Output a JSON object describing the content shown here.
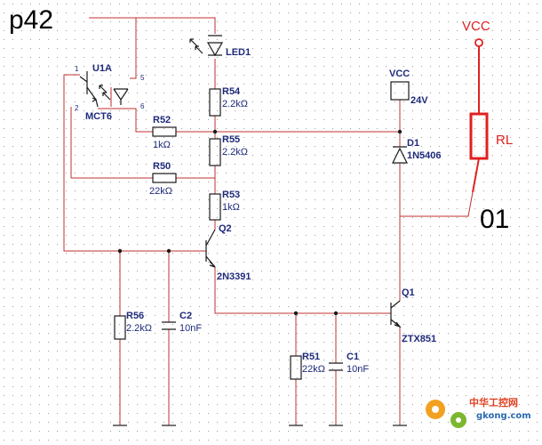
{
  "diagram": {
    "net_label": "p42",
    "output_label": "01",
    "vcc_right": "VCC",
    "load_label": "RL",
    "supply": {
      "name": "VCC",
      "voltage": "24V"
    },
    "optocoupler": {
      "ref": "U1A",
      "part": "MCT6",
      "pin_a": "5",
      "pin_b": "6",
      "pin_c": "1",
      "pin_d": "2"
    },
    "led": {
      "ref": "LED1"
    },
    "resistors": [
      {
        "ref": "R54",
        "value": "2.2kΩ"
      },
      {
        "ref": "R52",
        "value": "1kΩ"
      },
      {
        "ref": "R55",
        "value": "2.2kΩ"
      },
      {
        "ref": "R50",
        "value": "22kΩ"
      },
      {
        "ref": "R53",
        "value": "1kΩ"
      },
      {
        "ref": "R56",
        "value": "2.2kΩ"
      },
      {
        "ref": "R51",
        "value": "22kΩ"
      }
    ],
    "capacitors": [
      {
        "ref": "C2",
        "value": "10nF"
      },
      {
        "ref": "C1",
        "value": "10nF"
      }
    ],
    "diode": {
      "ref": "D1",
      "part": "1N5406"
    },
    "transistors": [
      {
        "ref": "Q2",
        "part": "2N3391"
      },
      {
        "ref": "Q1",
        "part": "ZTX851"
      }
    ],
    "watermark": {
      "cn": "中华工控网",
      "url": "gkong.com"
    },
    "colors": {
      "wire": "#c03030",
      "label": "#1f2a7a",
      "annotation": "#e02020",
      "grid": "#9a9a9a"
    }
  }
}
